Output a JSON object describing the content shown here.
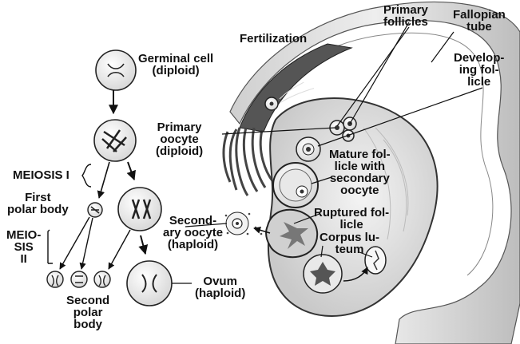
{
  "labels": {
    "fertilization": "Fertilization",
    "primary_follicles": "Primary\nfollicles",
    "fallopian_tube": "Fallopian\ntube",
    "developing_follicle": "Develop-\ning fol-\nlicle",
    "germinal_cell": "Germinal cell\n(diploid)",
    "primary_oocyte": "Primary\noocyte\n(diploid)",
    "meiosis_1": "MEIOSIS I",
    "first_polar_body": "First\npolar body",
    "meiosis_2": "MEIO-\nSIS\nII",
    "mature_follicle": "Mature fol-\nlicle with\nsecondary\noocyte",
    "secondary_oocyte": "Second-\nary oocyte\n(haploid)",
    "ruptured_follicle": "Ruptured fol-\nlicle",
    "corpus_luteum": "Corpus lu-\nteum",
    "ovum": "Ovum\n(haploid)",
    "second_polar_body": "Second\npolar\nbody"
  }
}
